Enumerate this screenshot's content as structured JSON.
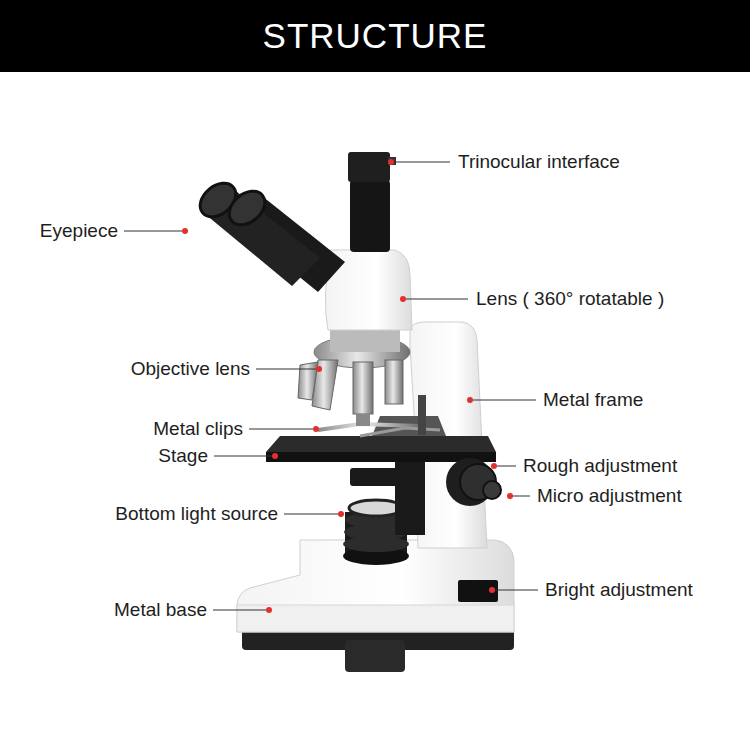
{
  "diagram": {
    "title": "STRUCTURE",
    "labels": [
      "Trinocular interface",
      "Eyepiece",
      "Lens ( 360° rotatable )",
      "Objective lens",
      "Metal frame",
      "Metal clips",
      "Stage",
      "Rough adjustment",
      "Micro adjustment",
      "Bottom light source",
      "Bright adjustment",
      "Metal base"
    ]
  }
}
